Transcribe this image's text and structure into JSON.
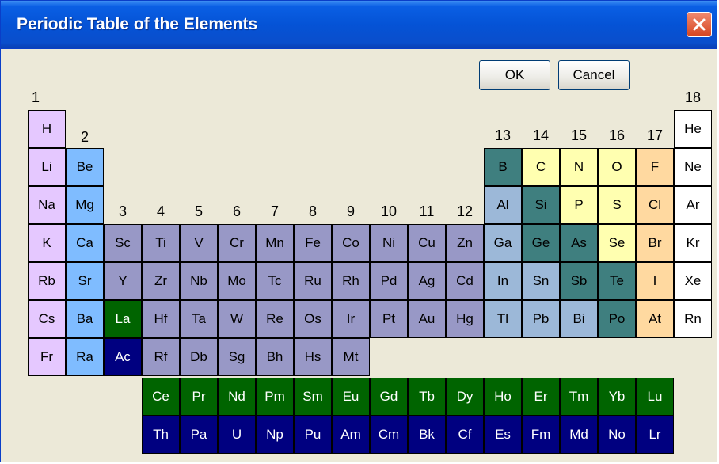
{
  "window": {
    "title": "Periodic Table of the Elements",
    "close_icon": "close-icon"
  },
  "buttons": {
    "ok": "OK",
    "cancel": "Cancel"
  },
  "colors": {
    "alkali": "#e5c8ff",
    "alkaline": "#7fbcff",
    "transition": "#9898c6",
    "poor": "#9cb8d8",
    "metalloid": "#3f7f7f",
    "nonmetal": "#ffffb0",
    "halogen": "#ffd9a0",
    "noble": "#ffffff",
    "lanthanide": "#006400",
    "actinide": "#000080"
  },
  "groups": [
    "1",
    "2",
    "3",
    "4",
    "5",
    "6",
    "7",
    "8",
    "9",
    "10",
    "11",
    "12",
    "13",
    "14",
    "15",
    "16",
    "17",
    "18"
  ],
  "elements": [
    {
      "symbol": "H",
      "group": 1,
      "row": 1,
      "category": "alkali"
    },
    {
      "symbol": "He",
      "group": 18,
      "row": 1,
      "category": "noble"
    },
    {
      "symbol": "Li",
      "group": 1,
      "row": 2,
      "category": "alkali"
    },
    {
      "symbol": "Be",
      "group": 2,
      "row": 2,
      "category": "alkaline"
    },
    {
      "symbol": "B",
      "group": 13,
      "row": 2,
      "category": "metalloid"
    },
    {
      "symbol": "C",
      "group": 14,
      "row": 2,
      "category": "nonmetal"
    },
    {
      "symbol": "N",
      "group": 15,
      "row": 2,
      "category": "nonmetal"
    },
    {
      "symbol": "O",
      "group": 16,
      "row": 2,
      "category": "nonmetal"
    },
    {
      "symbol": "F",
      "group": 17,
      "row": 2,
      "category": "halogen"
    },
    {
      "symbol": "Ne",
      "group": 18,
      "row": 2,
      "category": "noble"
    },
    {
      "symbol": "Na",
      "group": 1,
      "row": 3,
      "category": "alkali"
    },
    {
      "symbol": "Mg",
      "group": 2,
      "row": 3,
      "category": "alkaline"
    },
    {
      "symbol": "Al",
      "group": 13,
      "row": 3,
      "category": "poor"
    },
    {
      "symbol": "Si",
      "group": 14,
      "row": 3,
      "category": "metalloid"
    },
    {
      "symbol": "P",
      "group": 15,
      "row": 3,
      "category": "nonmetal"
    },
    {
      "symbol": "S",
      "group": 16,
      "row": 3,
      "category": "nonmetal"
    },
    {
      "symbol": "Cl",
      "group": 17,
      "row": 3,
      "category": "halogen"
    },
    {
      "symbol": "Ar",
      "group": 18,
      "row": 3,
      "category": "noble"
    },
    {
      "symbol": "K",
      "group": 1,
      "row": 4,
      "category": "alkali"
    },
    {
      "symbol": "Ca",
      "group": 2,
      "row": 4,
      "category": "alkaline"
    },
    {
      "symbol": "Sc",
      "group": 3,
      "row": 4,
      "category": "transition"
    },
    {
      "symbol": "Ti",
      "group": 4,
      "row": 4,
      "category": "transition"
    },
    {
      "symbol": "V",
      "group": 5,
      "row": 4,
      "category": "transition"
    },
    {
      "symbol": "Cr",
      "group": 6,
      "row": 4,
      "category": "transition"
    },
    {
      "symbol": "Mn",
      "group": 7,
      "row": 4,
      "category": "transition"
    },
    {
      "symbol": "Fe",
      "group": 8,
      "row": 4,
      "category": "transition"
    },
    {
      "symbol": "Co",
      "group": 9,
      "row": 4,
      "category": "transition"
    },
    {
      "symbol": "Ni",
      "group": 10,
      "row": 4,
      "category": "transition"
    },
    {
      "symbol": "Cu",
      "group": 11,
      "row": 4,
      "category": "transition"
    },
    {
      "symbol": "Zn",
      "group": 12,
      "row": 4,
      "category": "transition"
    },
    {
      "symbol": "Ga",
      "group": 13,
      "row": 4,
      "category": "poor"
    },
    {
      "symbol": "Ge",
      "group": 14,
      "row": 4,
      "category": "metalloid"
    },
    {
      "symbol": "As",
      "group": 15,
      "row": 4,
      "category": "metalloid"
    },
    {
      "symbol": "Se",
      "group": 16,
      "row": 4,
      "category": "nonmetal"
    },
    {
      "symbol": "Br",
      "group": 17,
      "row": 4,
      "category": "halogen"
    },
    {
      "symbol": "Kr",
      "group": 18,
      "row": 4,
      "category": "noble"
    },
    {
      "symbol": "Rb",
      "group": 1,
      "row": 5,
      "category": "alkali"
    },
    {
      "symbol": "Sr",
      "group": 2,
      "row": 5,
      "category": "alkaline"
    },
    {
      "symbol": "Y",
      "group": 3,
      "row": 5,
      "category": "transition"
    },
    {
      "symbol": "Zr",
      "group": 4,
      "row": 5,
      "category": "transition"
    },
    {
      "symbol": "Nb",
      "group": 5,
      "row": 5,
      "category": "transition"
    },
    {
      "symbol": "Mo",
      "group": 6,
      "row": 5,
      "category": "transition"
    },
    {
      "symbol": "Tc",
      "group": 7,
      "row": 5,
      "category": "transition"
    },
    {
      "symbol": "Ru",
      "group": 8,
      "row": 5,
      "category": "transition"
    },
    {
      "symbol": "Rh",
      "group": 9,
      "row": 5,
      "category": "transition"
    },
    {
      "symbol": "Pd",
      "group": 10,
      "row": 5,
      "category": "transition"
    },
    {
      "symbol": "Ag",
      "group": 11,
      "row": 5,
      "category": "transition"
    },
    {
      "symbol": "Cd",
      "group": 12,
      "row": 5,
      "category": "transition"
    },
    {
      "symbol": "In",
      "group": 13,
      "row": 5,
      "category": "poor"
    },
    {
      "symbol": "Sn",
      "group": 14,
      "row": 5,
      "category": "poor"
    },
    {
      "symbol": "Sb",
      "group": 15,
      "row": 5,
      "category": "metalloid"
    },
    {
      "symbol": "Te",
      "group": 16,
      "row": 5,
      "category": "metalloid"
    },
    {
      "symbol": "I",
      "group": 17,
      "row": 5,
      "category": "halogen"
    },
    {
      "symbol": "Xe",
      "group": 18,
      "row": 5,
      "category": "noble"
    },
    {
      "symbol": "Cs",
      "group": 1,
      "row": 6,
      "category": "alkali"
    },
    {
      "symbol": "Ba",
      "group": 2,
      "row": 6,
      "category": "alkaline"
    },
    {
      "symbol": "La",
      "group": 3,
      "row": 6,
      "category": "lanthanide"
    },
    {
      "symbol": "Hf",
      "group": 4,
      "row": 6,
      "category": "transition"
    },
    {
      "symbol": "Ta",
      "group": 5,
      "row": 6,
      "category": "transition"
    },
    {
      "symbol": "W",
      "group": 6,
      "row": 6,
      "category": "transition"
    },
    {
      "symbol": "Re",
      "group": 7,
      "row": 6,
      "category": "transition"
    },
    {
      "symbol": "Os",
      "group": 8,
      "row": 6,
      "category": "transition"
    },
    {
      "symbol": "Ir",
      "group": 9,
      "row": 6,
      "category": "transition"
    },
    {
      "symbol": "Pt",
      "group": 10,
      "row": 6,
      "category": "transition"
    },
    {
      "symbol": "Au",
      "group": 11,
      "row": 6,
      "category": "transition"
    },
    {
      "symbol": "Hg",
      "group": 12,
      "row": 6,
      "category": "transition"
    },
    {
      "symbol": "Tl",
      "group": 13,
      "row": 6,
      "category": "poor"
    },
    {
      "symbol": "Pb",
      "group": 14,
      "row": 6,
      "category": "poor"
    },
    {
      "symbol": "Bi",
      "group": 15,
      "row": 6,
      "category": "poor"
    },
    {
      "symbol": "Po",
      "group": 16,
      "row": 6,
      "category": "metalloid"
    },
    {
      "symbol": "At",
      "group": 17,
      "row": 6,
      "category": "halogen"
    },
    {
      "symbol": "Rn",
      "group": 18,
      "row": 6,
      "category": "noble"
    },
    {
      "symbol": "Fr",
      "group": 1,
      "row": 7,
      "category": "alkali"
    },
    {
      "symbol": "Ra",
      "group": 2,
      "row": 7,
      "category": "alkaline"
    },
    {
      "symbol": "Ac",
      "group": 3,
      "row": 7,
      "category": "actinide"
    },
    {
      "symbol": "Rf",
      "group": 4,
      "row": 7,
      "category": "transition"
    },
    {
      "symbol": "Db",
      "group": 5,
      "row": 7,
      "category": "transition"
    },
    {
      "symbol": "Sg",
      "group": 6,
      "row": 7,
      "category": "transition"
    },
    {
      "symbol": "Bh",
      "group": 7,
      "row": 7,
      "category": "transition"
    },
    {
      "symbol": "Hs",
      "group": 8,
      "row": 7,
      "category": "transition"
    },
    {
      "symbol": "Mt",
      "group": 9,
      "row": 7,
      "category": "transition"
    },
    {
      "symbol": "Ce",
      "group": 4,
      "row": 8,
      "category": "lanthanide"
    },
    {
      "symbol": "Pr",
      "group": 5,
      "row": 8,
      "category": "lanthanide"
    },
    {
      "symbol": "Nd",
      "group": 6,
      "row": 8,
      "category": "lanthanide"
    },
    {
      "symbol": "Pm",
      "group": 7,
      "row": 8,
      "category": "lanthanide"
    },
    {
      "symbol": "Sm",
      "group": 8,
      "row": 8,
      "category": "lanthanide"
    },
    {
      "symbol": "Eu",
      "group": 9,
      "row": 8,
      "category": "lanthanide"
    },
    {
      "symbol": "Gd",
      "group": 10,
      "row": 8,
      "category": "lanthanide"
    },
    {
      "symbol": "Tb",
      "group": 11,
      "row": 8,
      "category": "lanthanide"
    },
    {
      "symbol": "Dy",
      "group": 12,
      "row": 8,
      "category": "lanthanide"
    },
    {
      "symbol": "Ho",
      "group": 13,
      "row": 8,
      "category": "lanthanide"
    },
    {
      "symbol": "Er",
      "group": 14,
      "row": 8,
      "category": "lanthanide"
    },
    {
      "symbol": "Tm",
      "group": 15,
      "row": 8,
      "category": "lanthanide"
    },
    {
      "symbol": "Yb",
      "group": 16,
      "row": 8,
      "category": "lanthanide"
    },
    {
      "symbol": "Lu",
      "group": 17,
      "row": 8,
      "category": "lanthanide"
    },
    {
      "symbol": "Th",
      "group": 4,
      "row": 9,
      "category": "actinide"
    },
    {
      "symbol": "Pa",
      "group": 5,
      "row": 9,
      "category": "actinide"
    },
    {
      "symbol": "U",
      "group": 6,
      "row": 9,
      "category": "actinide"
    },
    {
      "symbol": "Np",
      "group": 7,
      "row": 9,
      "category": "actinide"
    },
    {
      "symbol": "Pu",
      "group": 8,
      "row": 9,
      "category": "actinide"
    },
    {
      "symbol": "Am",
      "group": 9,
      "row": 9,
      "category": "actinide"
    },
    {
      "symbol": "Cm",
      "group": 10,
      "row": 9,
      "category": "actinide"
    },
    {
      "symbol": "Bk",
      "group": 11,
      "row": 9,
      "category": "actinide"
    },
    {
      "symbol": "Cf",
      "group": 12,
      "row": 9,
      "category": "actinide"
    },
    {
      "symbol": "Es",
      "group": 13,
      "row": 9,
      "category": "actinide"
    },
    {
      "symbol": "Fm",
      "group": 14,
      "row": 9,
      "category": "actinide"
    },
    {
      "symbol": "Md",
      "group": 15,
      "row": 9,
      "category": "actinide"
    },
    {
      "symbol": "No",
      "group": 16,
      "row": 9,
      "category": "actinide"
    },
    {
      "symbol": "Lr",
      "group": 17,
      "row": 9,
      "category": "actinide"
    }
  ]
}
